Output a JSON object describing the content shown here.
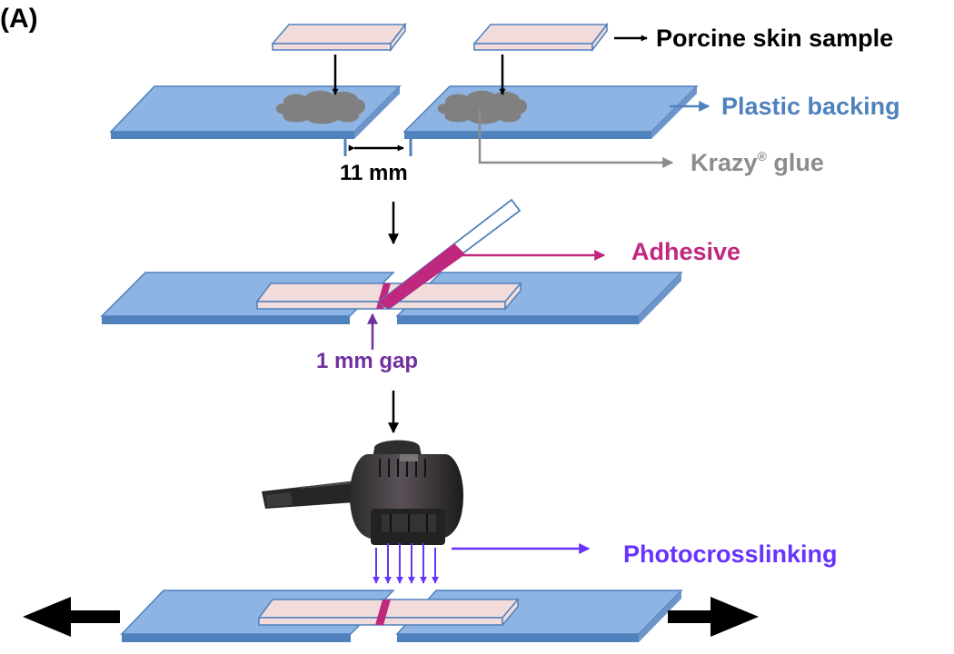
{
  "figure": {
    "panel_label": "(A)",
    "labels": {
      "porcine_skin_sample": "Porcine skin sample",
      "plastic_backing": "Plastic backing",
      "glue_name": "Krazy",
      "glue_reg": "®",
      "glue_suffix": " glue",
      "gap_11mm": "11 mm",
      "adhesive": "Adhesive",
      "gap_1mm": "1 mm gap",
      "photocrosslinking": "Photocrosslinking"
    },
    "colors": {
      "backing_fill": "#8db4e2",
      "backing_edge": "#4f81bd",
      "skin_fill": "#f2dcdb",
      "glue": "#808080",
      "adhesive": "#c0277f",
      "gap_label": "#7030a0",
      "light": "#6633ff",
      "plastic_label": "#4f81bd",
      "text": "#000000"
    },
    "icons": [
      "uv-lamp-icon",
      "down-arrow-icon",
      "pull-arrow-icon"
    ]
  }
}
